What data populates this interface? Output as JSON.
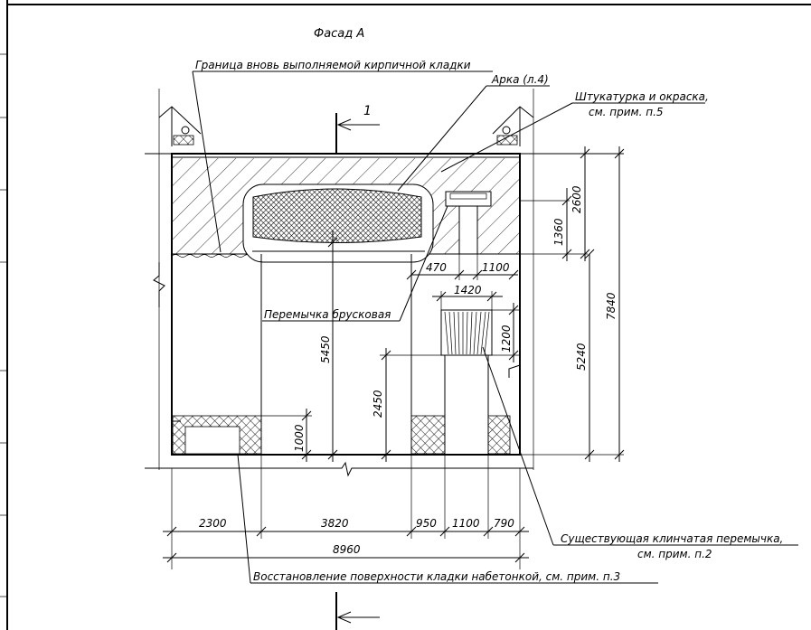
{
  "drawing": {
    "title": "Фасад А",
    "section_mark": "1",
    "callouts": {
      "brick_boundary": "Граница вновь выполняемой кирпичной кладки",
      "arch": "Арка (л.4)",
      "plaster_line1": "Штукатурка и окраска,",
      "plaster_line2": "см. прим. п.5",
      "lintel_bar": "Перемычка брусковая",
      "wedge_lintel_line1": "Существующая клинчатая перемычка,",
      "wedge_lintel_line2": "см. прим. п.2",
      "restoration": "Восстановление поверхности кладки набетонкой, см. прим. п.3"
    },
    "dimensions": {
      "d2600": "2600",
      "d1360": "1360",
      "d7840": "7840",
      "d5240": "5240",
      "d470": "470",
      "d1100_top": "1100",
      "d1420": "1420",
      "d1200": "1200",
      "d5450": "5450",
      "d2450": "2450",
      "d1000": "1000",
      "d2300": "2300",
      "d3820": "3820",
      "d950": "950",
      "d1100_bottom": "1100",
      "d790": "790",
      "d8960": "8960"
    }
  }
}
